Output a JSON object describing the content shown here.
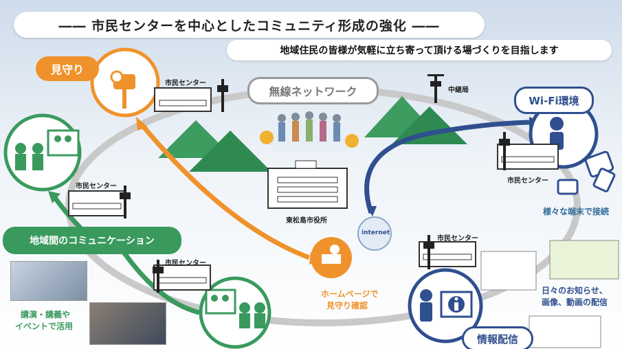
{
  "header": {
    "title": "―― 市民センターを中心としたコミュニティ形成の強化 ――",
    "subtitle": "地域住民の皆様が気軽に立ち寄って頂ける場づくりを目指します"
  },
  "network": {
    "label": "無線ネットワーク",
    "relay_label": "中継局",
    "internet_label": "internet"
  },
  "city_hall": {
    "label": "東松島市役所"
  },
  "centers": {
    "label_top": "市民センター",
    "label_left": "市民センター",
    "label_bottom_left": "市民センター",
    "label_right": "市民センター",
    "label_bottom_right": "市民センター"
  },
  "services": {
    "watch": {
      "label": "見守り"
    },
    "wifi": {
      "label": "Wi-Fi環境",
      "device_note": "様々な端末で接続"
    },
    "community": {
      "label": "地域間のコミュニケーション",
      "note_line1": "講演・講義や",
      "note_line2": "イベントで活用"
    },
    "homepage": {
      "line1": "ホームページで",
      "line2": "見守り確認"
    },
    "info": {
      "label": "情報配信",
      "note_line1": "日々のお知らせ、",
      "note_line2": "画像、動画の配信"
    }
  },
  "colors": {
    "orange": "#f0922b",
    "green": "#3a9a5e",
    "navy": "#2f4f8f",
    "gray_ring": "#c8c8c8"
  }
}
